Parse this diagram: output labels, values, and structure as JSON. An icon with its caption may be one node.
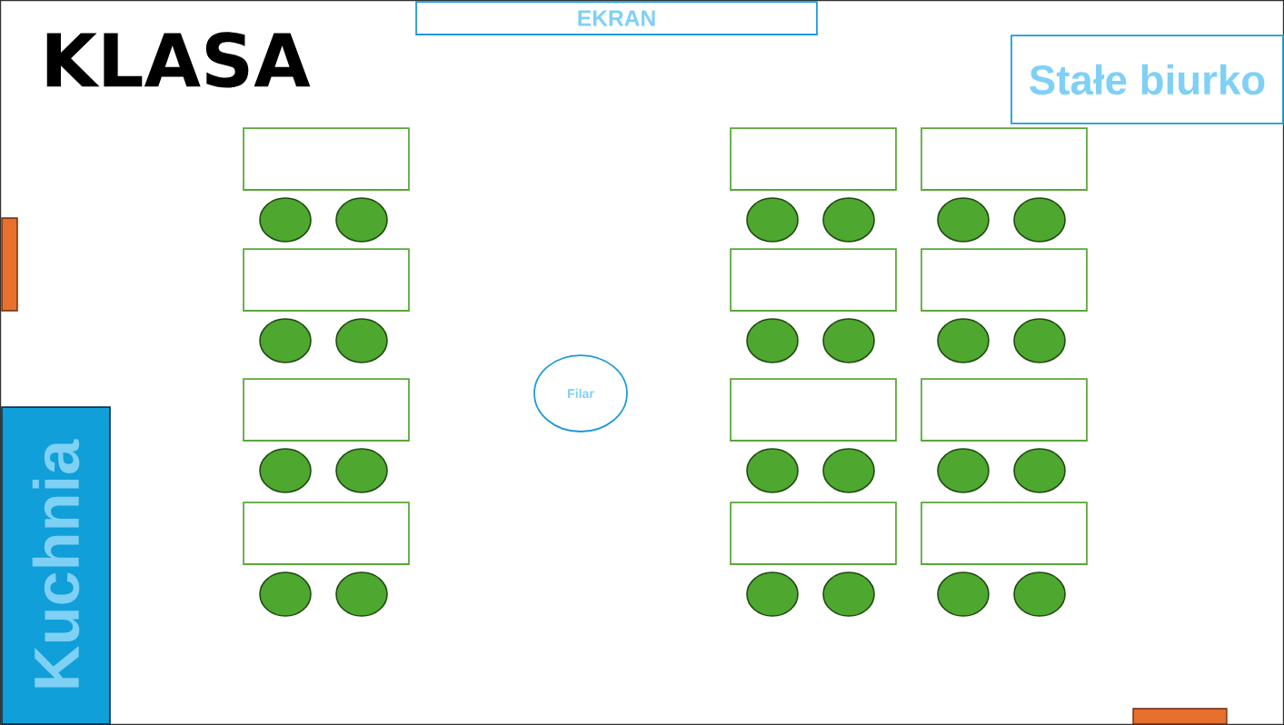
{
  "diagram": {
    "title": "KLASA",
    "nodes": [
      {
        "text": [
          "EKRAN"
        ]
      },
      {
        "text": [
          "Stałe biurko"
        ]
      },
      {
        "text": [
          "Filar"
        ]
      },
      {
        "text": [
          "Kuchnia"
        ]
      },
      {
        "text": [],
        "shape": "bar"
      },
      {
        "text": [],
        "shape": "bar"
      },
      {
        "text": [],
        "shape": "box"
      },
      {
        "text": [],
        "shape": "box"
      },
      {
        "text": [],
        "shape": "box"
      },
      {
        "text": [],
        "shape": "box"
      },
      {
        "text": [],
        "shape": "box"
      },
      {
        "text": [],
        "shape": "box"
      },
      {
        "text": [],
        "shape": "box"
      },
      {
        "text": [],
        "shape": "box"
      },
      {
        "text": [],
        "shape": "box"
      },
      {
        "text": [],
        "shape": "box"
      },
      {
        "text": [],
        "shape": "box"
      },
      {
        "text": [],
        "shape": "box"
      },
      {
        "text": [],
        "shape": "circle"
      },
      {
        "text": [],
        "shape": "circle"
      },
      {
        "text": [],
        "shape": "circle"
      },
      {
        "text": [],
        "shape": "circle"
      },
      {
        "text": [],
        "shape": "circle"
      },
      {
        "text": [],
        "shape": "circle"
      },
      {
        "text": [],
        "shape": "circle"
      },
      {
        "text": [],
        "shape": "circle"
      },
      {
        "text": [],
        "shape": "circle"
      },
      {
        "text": [],
        "shape": "circle"
      },
      {
        "text": [],
        "shape": "circle"
      },
      {
        "text": [],
        "shape": "circle"
      },
      {
        "text": [],
        "shape": "circle"
      },
      {
        "text": [],
        "shape": "circle"
      },
      {
        "text": [],
        "shape": "circle"
      },
      {
        "text": [],
        "shape": "circle"
      },
      {
        "text": [],
        "shape": "circle"
      },
      {
        "text": [],
        "shape": "circle"
      },
      {
        "text": [],
        "shape": "circle"
      },
      {
        "text": [],
        "shape": "circle"
      },
      {
        "text": [],
        "shape": "circle"
      },
      {
        "text": [],
        "shape": "circle"
      },
      {
        "text": [],
        "shape": "circle"
      },
      {
        "text": [],
        "shape": "circle"
      }
    ]
  }
}
